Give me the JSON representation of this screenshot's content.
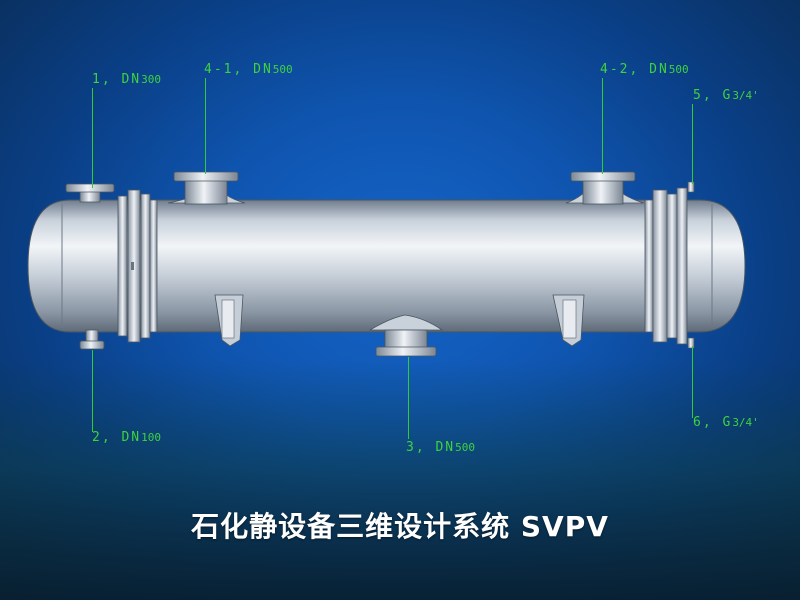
{
  "title": "石化静设备三维设计系统 SVPV",
  "nozzles": [
    {
      "id": "n1",
      "prefix": "1, DN",
      "sub": "300"
    },
    {
      "id": "n41",
      "prefix": "4-1, DN",
      "sub": "500"
    },
    {
      "id": "n42",
      "prefix": "4-2, DN",
      "sub": "500"
    },
    {
      "id": "n5",
      "prefix": "5, G",
      "sub": "3/4'"
    },
    {
      "id": "n2",
      "prefix": "2, DN",
      "sub": "100"
    },
    {
      "id": "n3",
      "prefix": "3, DN",
      "sub": "500"
    },
    {
      "id": "n6",
      "prefix": "6, G",
      "sub": "3/4'"
    }
  ],
  "colors": {
    "label_green": "#3fd23f",
    "vessel_mid": "#b8c2ce"
  }
}
